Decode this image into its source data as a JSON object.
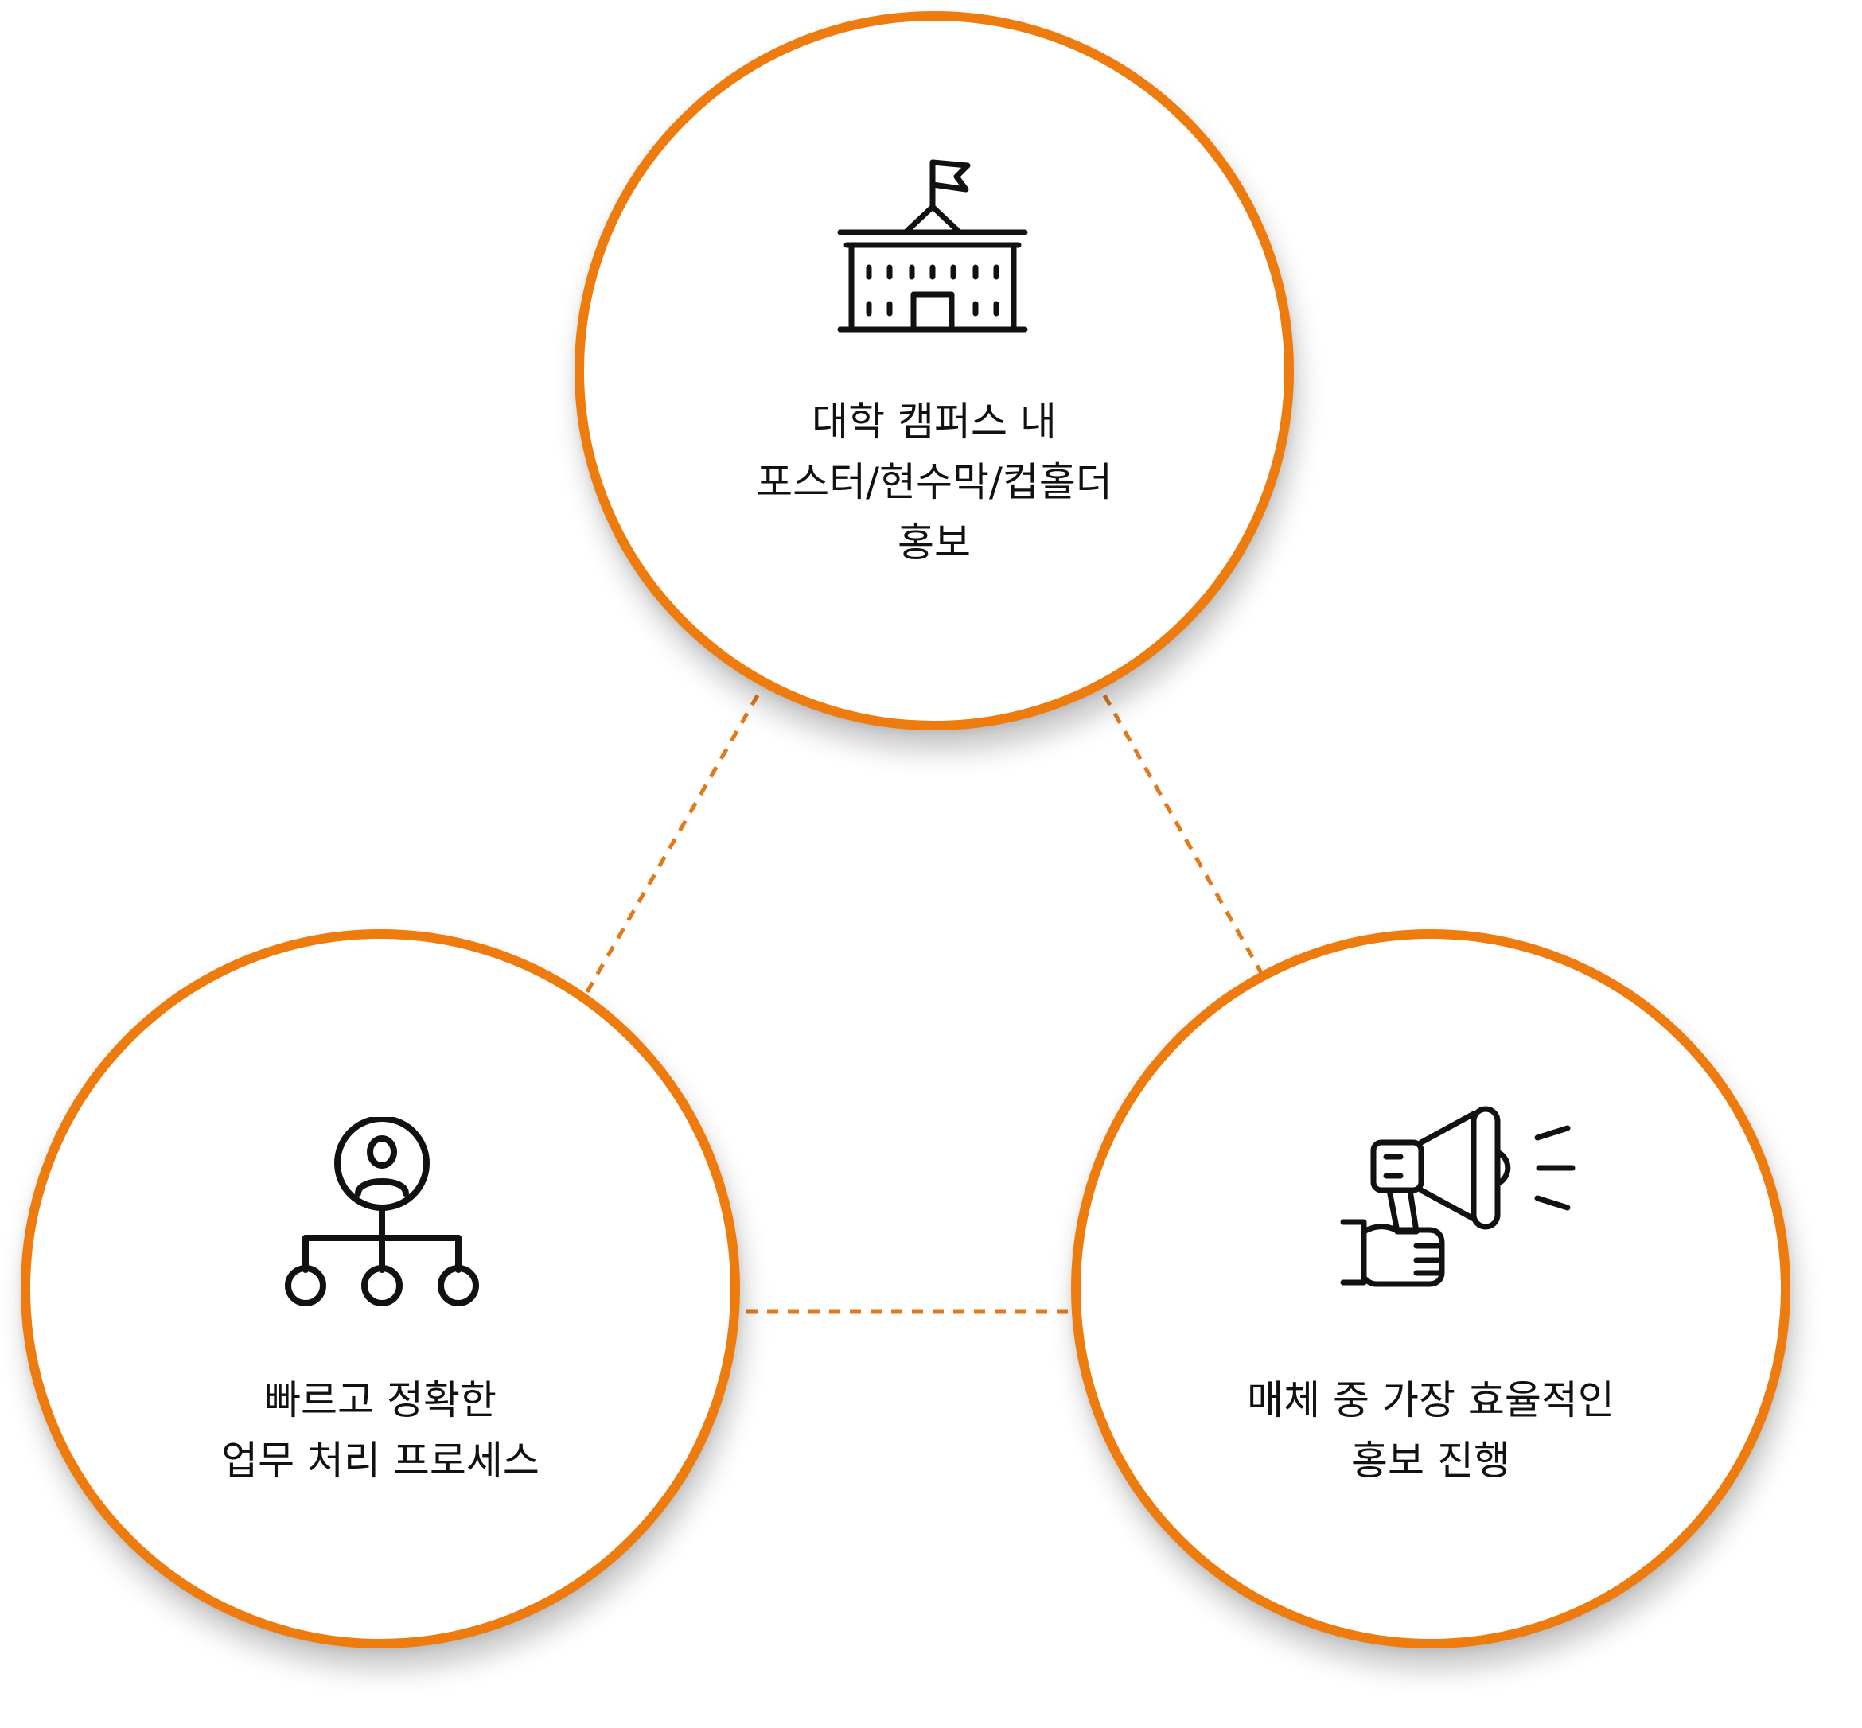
{
  "accent_color": "#ee7b0e",
  "nodes": {
    "campus": {
      "icon": "school-building-icon",
      "lines": [
        "대학 캠퍼스 내",
        "포스터/현수막/컵홀더",
        "홍보"
      ]
    },
    "process": {
      "icon": "org-chart-person-icon",
      "lines": [
        "빠르고 정확한",
        "업무 처리 프로세스"
      ]
    },
    "media": {
      "icon": "megaphone-hand-icon",
      "lines": [
        "매체 중 가장 효율적인",
        "홍보 진행"
      ]
    }
  }
}
